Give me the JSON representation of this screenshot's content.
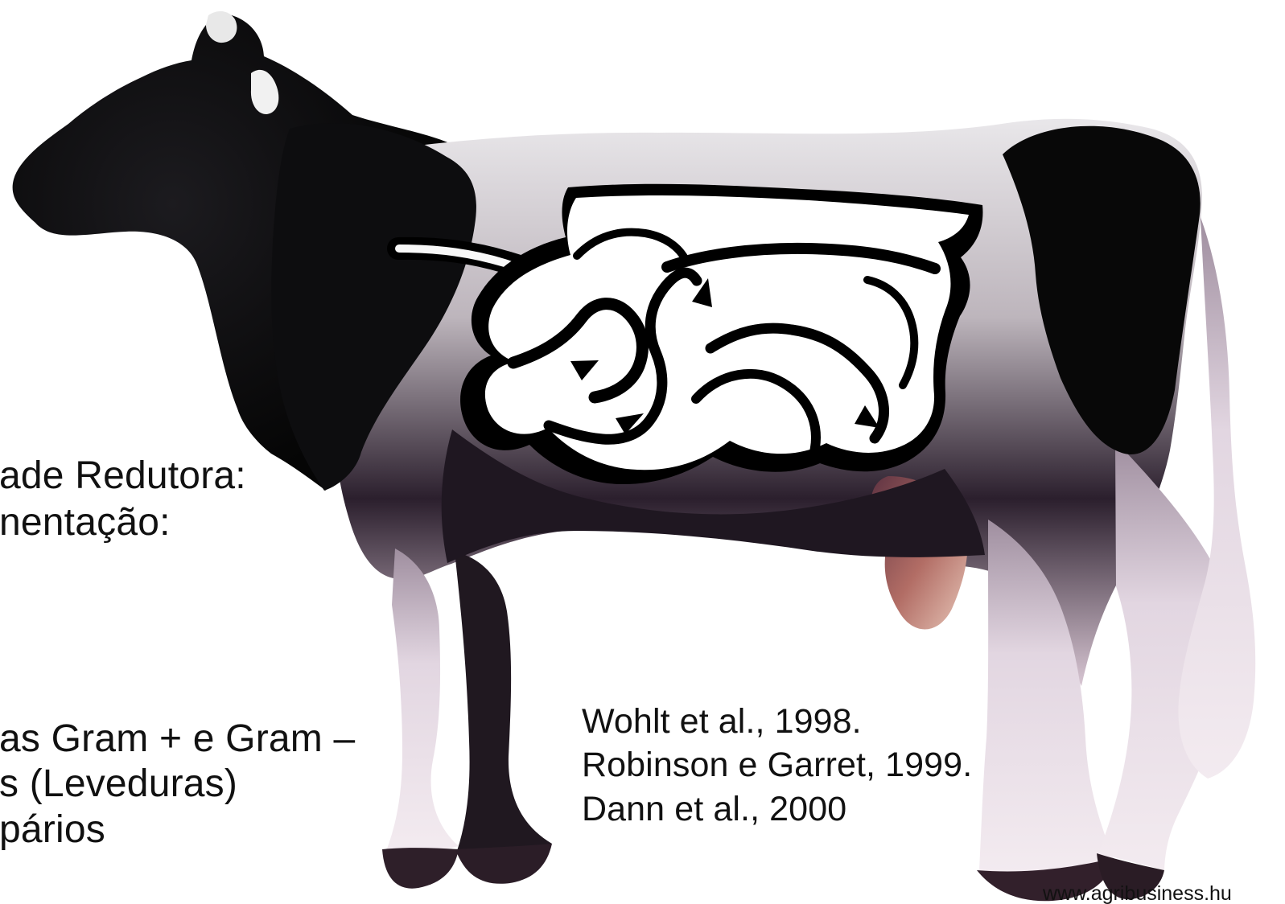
{
  "left_text": {
    "line_1": "ade Redutora:",
    "line_2": "nentação:",
    "line_3": "as Gram + e Gram –",
    "line_4": "s (Leveduras)",
    "line_5": "pários"
  },
  "references": {
    "line_1": "Wohlt et al., 1998.",
    "line_2": "Robinson e Garret, 1999.",
    "line_3": "Dann et al., 2000"
  },
  "source": {
    "text": "www.agribusiness.hu"
  },
  "image": {
    "icon": "cow-digestive-system-illustration"
  },
  "colors": {
    "text": "#111111",
    "background": "#ffffff",
    "cow_black": "#101010",
    "cow_body": "#d7cbd6",
    "digestive_outline": "#000000",
    "digestive_fill": "#ffffff"
  }
}
